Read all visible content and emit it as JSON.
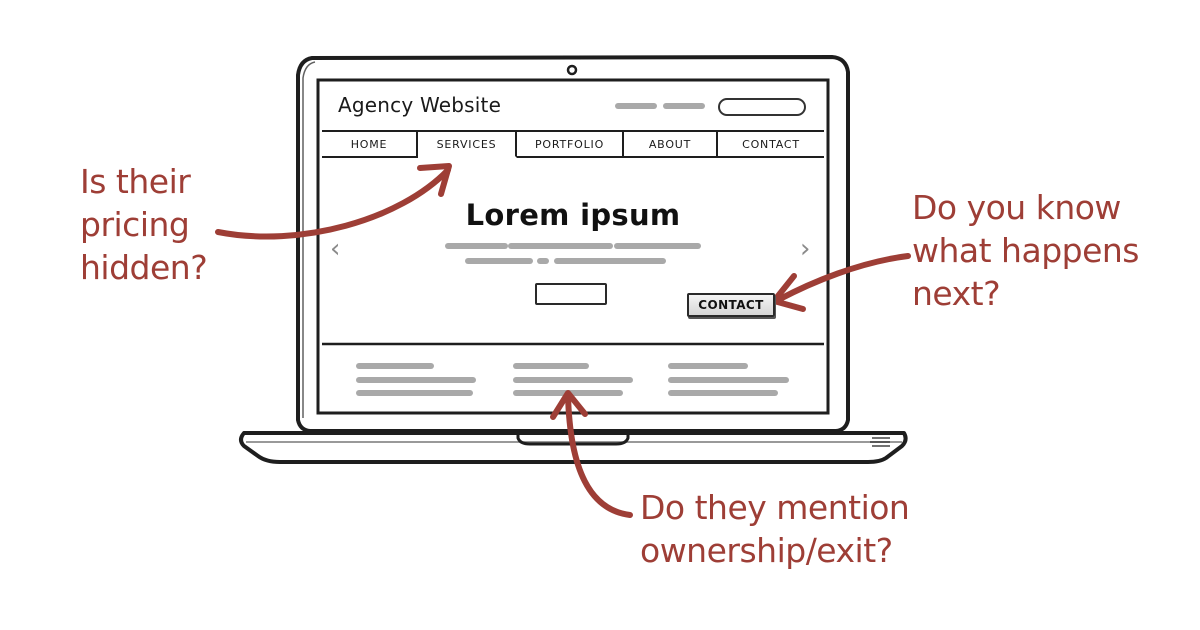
{
  "website": {
    "title": "Agency Website",
    "nav": [
      "HOME",
      "SERVICES",
      "PORTFOLIO",
      "ABOUT",
      "CONTACT"
    ],
    "active_nav": "SERVICES",
    "hero_title": "Lorem ipsum",
    "contact_button": "CONTACT",
    "prev_arrow": "‹",
    "next_arrow": "›"
  },
  "annotations": {
    "pricing": [
      "Is their",
      "pricing",
      "hidden?"
    ],
    "next": [
      "Do you know",
      "what happens",
      "next?"
    ],
    "ownership": [
      "Do they mention",
      "ownership/exit?"
    ]
  },
  "colors": {
    "annotation": "#9e3e36",
    "sketch_line": "#1e1e1e",
    "placeholder_bar": "#a9a9a9"
  }
}
